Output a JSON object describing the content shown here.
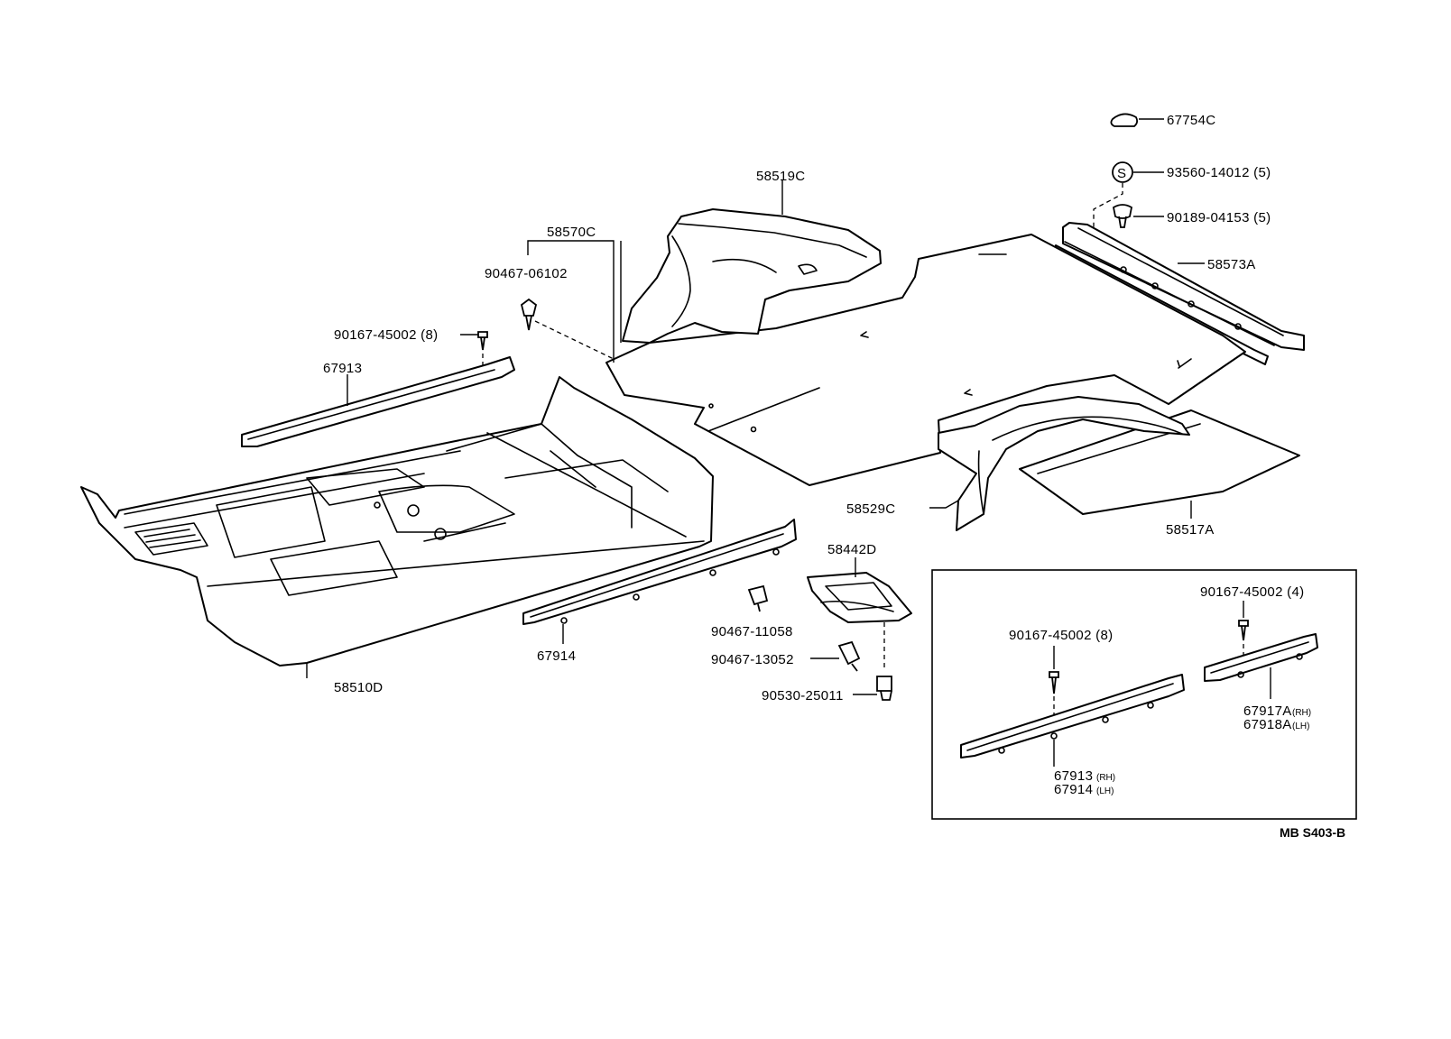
{
  "diagram": {
    "labels": {
      "p67754C": "67754C",
      "p93560": "93560-14012 (5)",
      "p90189": "90189-04153 (5)",
      "p58519C": "58519C",
      "p58570C": "58570C",
      "p90467_06102": "90467-06102",
      "p90167_top": "90167-45002 (8)",
      "p67913": "67913",
      "p58573A": "58573A",
      "p58529C": "58529C",
      "p58517A": "58517A",
      "p58442D": "58442D",
      "p67914": "67914",
      "p90467_11058": "90467-11058",
      "p90467_13052": "90467-13052",
      "p90530": "90530-25011",
      "p58510D": "58510D",
      "inset_90167_8": "90167-45002 (8)",
      "inset_90167_4": "90167-45002 (4)",
      "inset_67917A": "67917A",
      "inset_67917A_side": "(RH)",
      "inset_67918A": "67918A",
      "inset_67918A_side": "(LH)",
      "inset_67913": "67913",
      "inset_67913_side": "(RH)",
      "inset_67914": "67914",
      "inset_67914_side": "(LH)",
      "s_symbol": "S",
      "ref_code": "MB S403-B"
    }
  }
}
